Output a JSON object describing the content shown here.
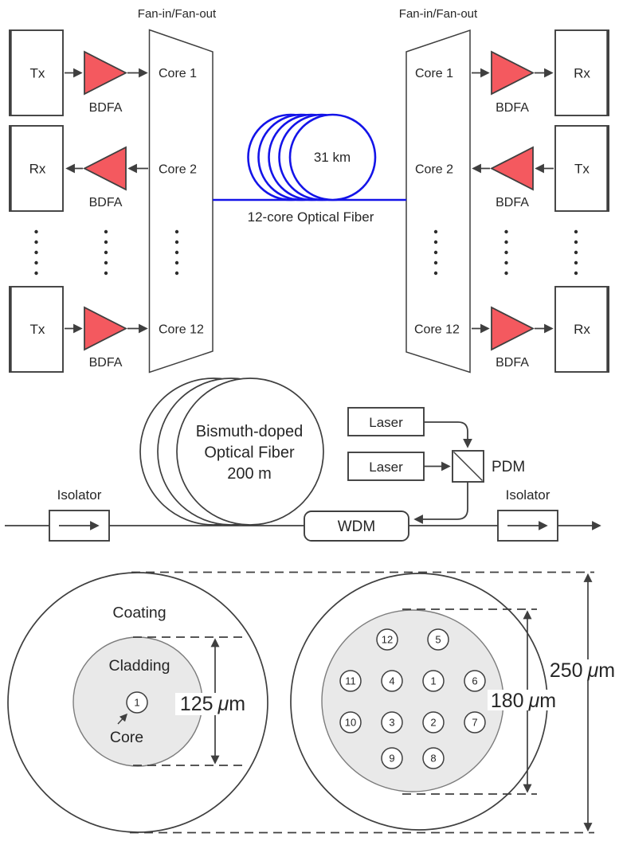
{
  "colors": {
    "amplifier_fill": "#f4595f",
    "fiber_blue": "#1414e8",
    "line": "#3f3f3f",
    "cladding_fill": "#e9e9e9",
    "text": "#262626"
  },
  "top": {
    "fan_in_out_left": "Fan-in/Fan-out",
    "fan_in_out_right": "Fan-in/Fan-out",
    "amplifier_label": "BDFA",
    "tx_label": "Tx",
    "rx_label": "Rx",
    "left_fanout_cores": [
      "Core 1",
      "Core 2",
      "Core 12"
    ],
    "right_fanout_cores": [
      "Core 1",
      "Core 2",
      "Core 12"
    ],
    "fiber_coil_label": "31 km",
    "fiber_caption": "12-core Optical Fiber"
  },
  "middle": {
    "left_isolator_label": "Isolator",
    "right_isolator_label": "Isolator",
    "coil_label_line1": "Bismuth-doped",
    "coil_label_line2": "Optical Fiber",
    "coil_label_line3": "200 m",
    "laser_top_label": "Laser",
    "laser_bottom_label": "Laser",
    "pdm_label": "PDM",
    "wdm_label": "WDM"
  },
  "bottom": {
    "coating_label": "Coating",
    "cladding_label": "Cladding",
    "core_label": "Core",
    "single_core_number": "1",
    "core_numbers": [
      "12",
      "5",
      "11",
      "4",
      "1",
      "6",
      "10",
      "3",
      "2",
      "7",
      "9",
      "8"
    ],
    "dim_cladding_single": "125",
    "dim_cladding_multi": "180",
    "dim_coating": "250",
    "unit_mu": "μ",
    "unit_m": "m"
  }
}
